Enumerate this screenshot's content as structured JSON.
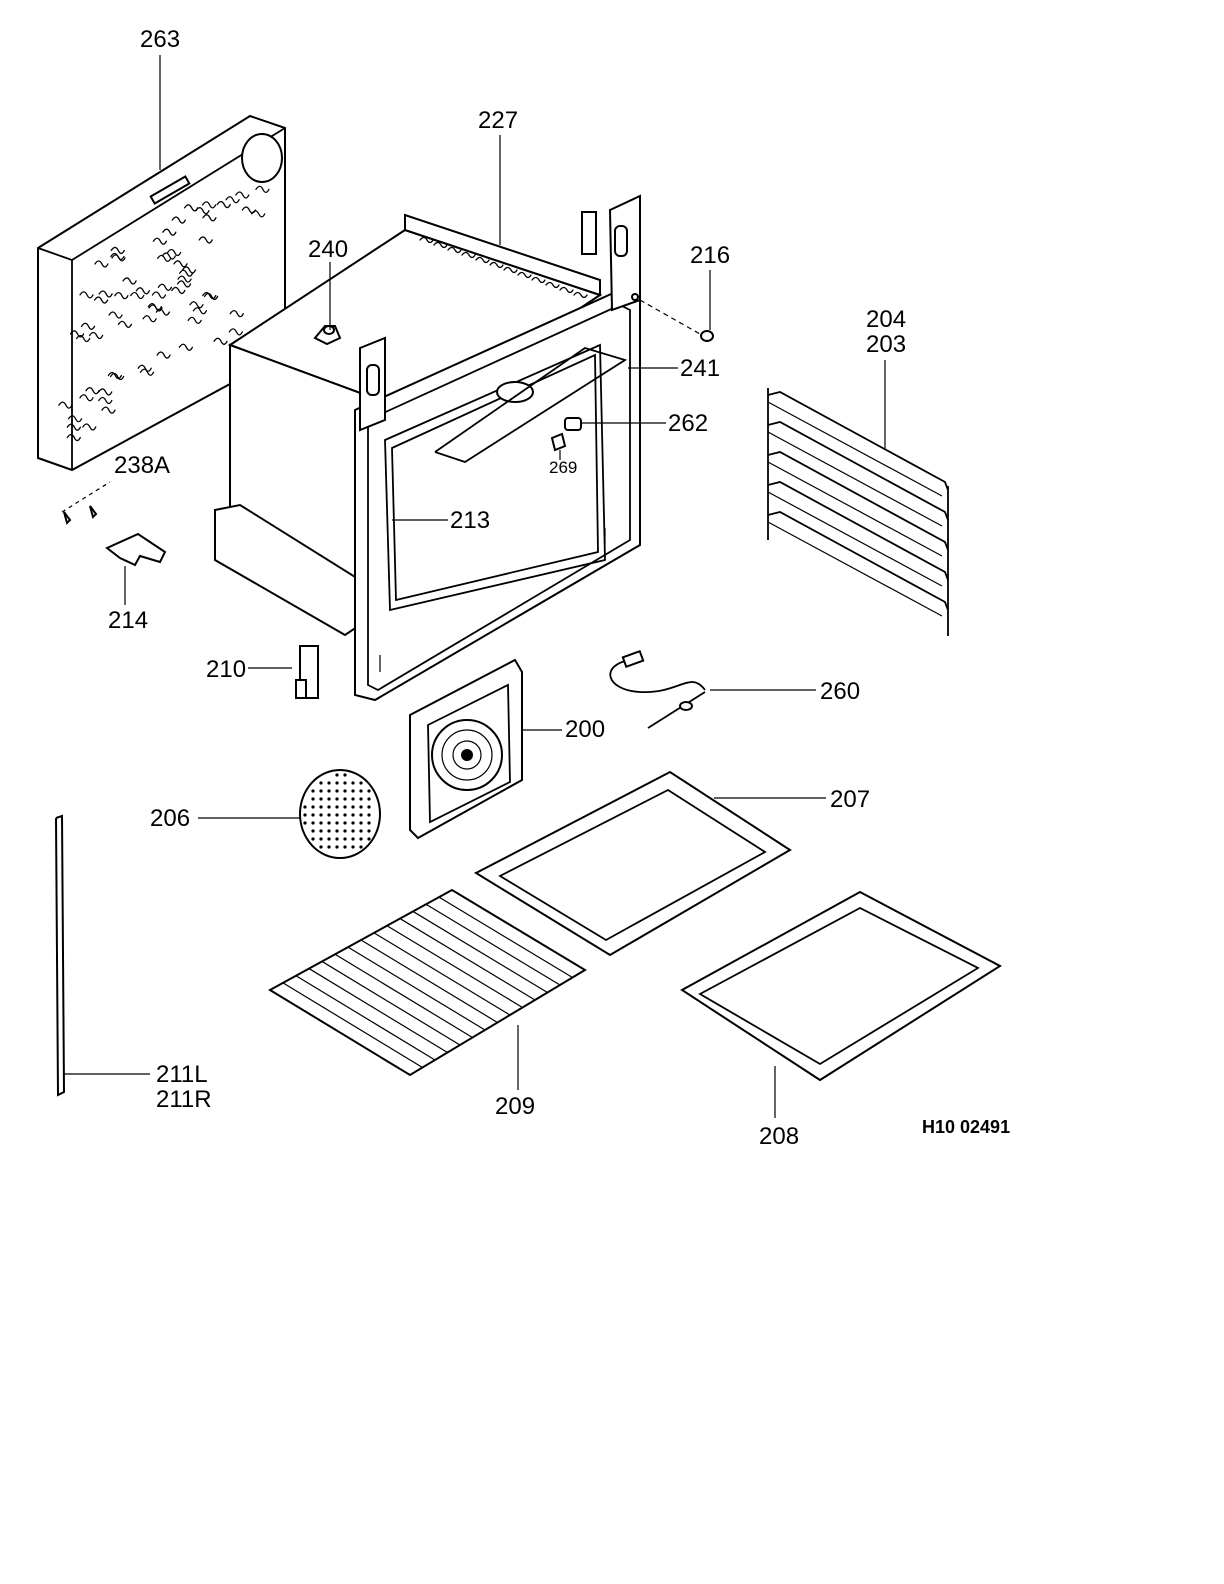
{
  "diagram": {
    "drawing_code": "H10 02491",
    "callouts": {
      "c263": "263",
      "c227": "227",
      "c240": "240",
      "c216": "216",
      "c204": "204",
      "c203": "203",
      "c241": "241",
      "c262": "262",
      "c269": "269",
      "c238A": "238A",
      "c213": "213",
      "c214": "214",
      "c210": "210",
      "c260": "260",
      "c200": "200",
      "c207": "207",
      "c206": "206",
      "c211L": "211L",
      "c211R": "211R",
      "c209": "209",
      "c208": "208"
    }
  }
}
